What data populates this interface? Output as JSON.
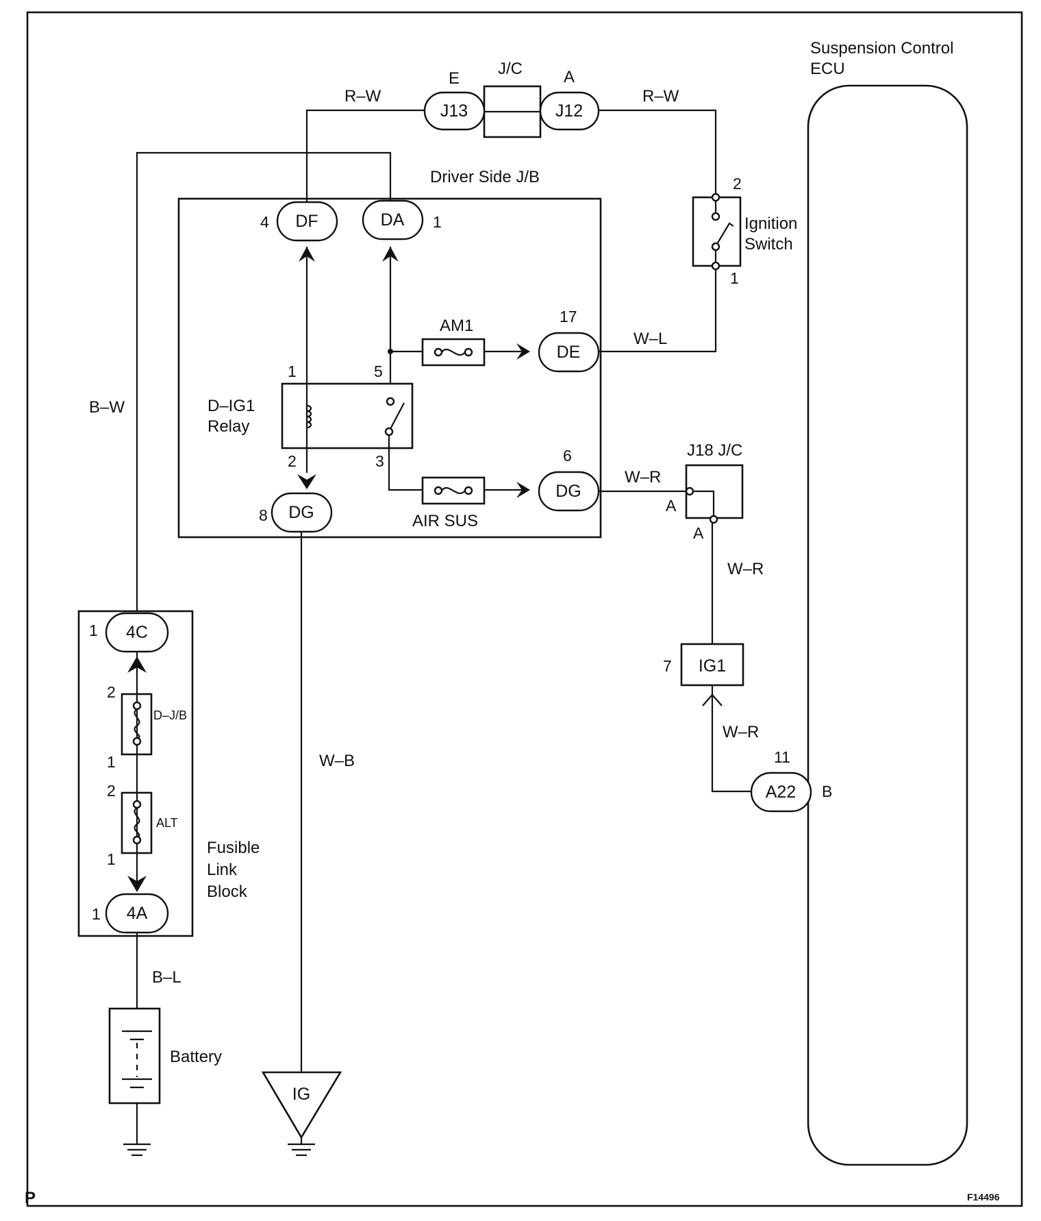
{
  "diagram": {
    "code": "F14496",
    "corner_letter": "P",
    "ecu": {
      "label_line1": "Suspension Control",
      "label_line2": "ECU"
    },
    "jc_top": {
      "label": "J/C",
      "left_connector": "J13",
      "left_letter": "E",
      "right_connector": "J12",
      "right_letter": "A"
    },
    "wires": {
      "rw_left": "R–W",
      "rw_right": "R–W",
      "bw": "B–W",
      "wl": "W–L",
      "wr_1": "W–R",
      "wr_2": "W–R",
      "wr_3": "W–R",
      "wb": "W–B",
      "bl": "B–L"
    },
    "driver_jb": {
      "title": "Driver Side J/B",
      "df": {
        "label": "DF",
        "pin": "4"
      },
      "da": {
        "label": "DA",
        "pin": "1"
      },
      "de": {
        "label": "DE",
        "pin": "17"
      },
      "dg_right": {
        "label": "DG",
        "pin": "6"
      },
      "dg_bottom": {
        "label": "DG",
        "pin": "8"
      },
      "fuse_am1": "AM1",
      "fuse_air": "AIR SUS",
      "relay": {
        "label_line1": "D–IG1",
        "label_line2": "Relay",
        "pin1": "1",
        "pin2": "2",
        "pin3": "3",
        "pin5": "5"
      }
    },
    "ignition_switch": {
      "label_line1": "Ignition",
      "label_line2": "Switch",
      "pin_top": "2",
      "pin_bottom": "1"
    },
    "j18": {
      "label": "J18  J/C",
      "pin_a1": "A",
      "pin_a2": "A"
    },
    "ig1": {
      "label": "IG1",
      "pin": "7"
    },
    "a22": {
      "label": "A22",
      "pin": "11",
      "letter": "B"
    },
    "fusible": {
      "label_line1": "Fusible",
      "label_line2": "Link",
      "label_line3": "Block",
      "c4c": "4C",
      "c4c_pin": "1",
      "c4a": "4A",
      "c4a_pin": "1",
      "dj_label": "D–J/B",
      "dj_pin_top": "2",
      "dj_pin_bottom": "1",
      "alt_label": "ALT",
      "alt_pin_top": "2",
      "alt_pin_bottom": "1"
    },
    "battery": "Battery",
    "ig_ground": "IG"
  }
}
